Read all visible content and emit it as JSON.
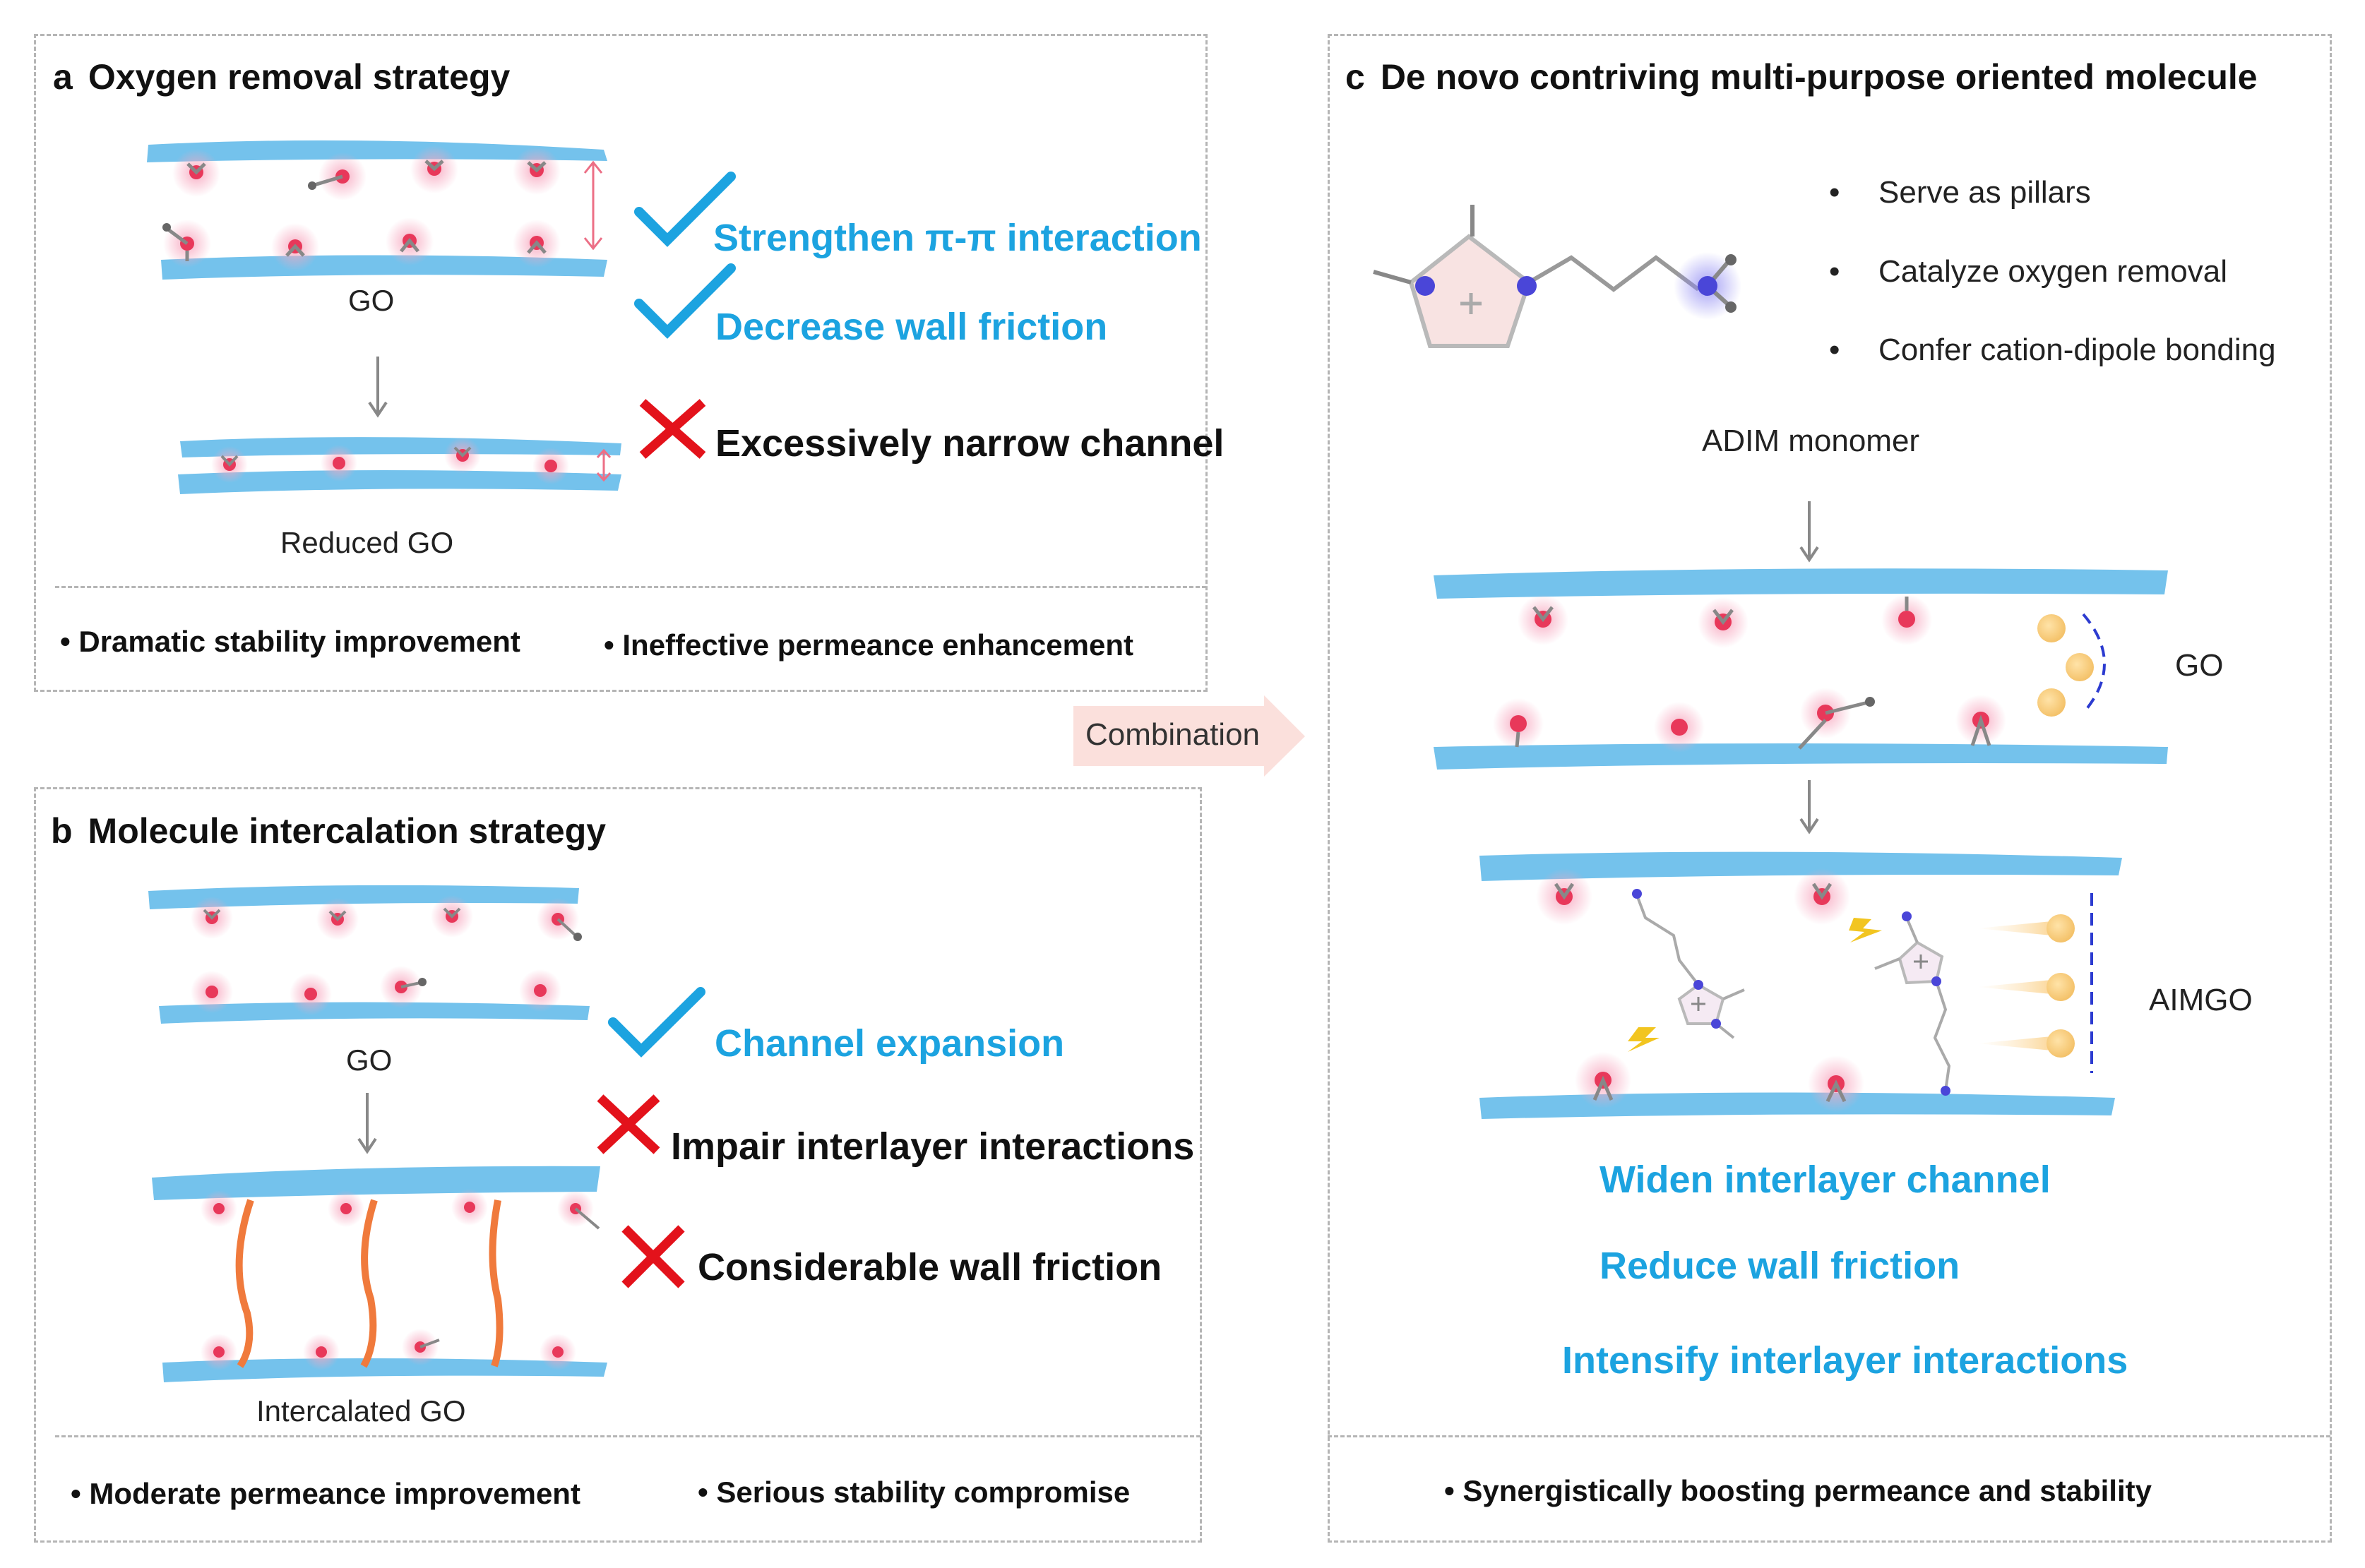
{
  "panel_a": {
    "letter": "a",
    "title": "Oxygen removal strategy",
    "label_go": "GO",
    "label_reduced": "Reduced GO",
    "pros": [
      "Strengthen π-π interaction",
      "Decrease wall friction"
    ],
    "cons": [
      "Excessively narrow channel"
    ],
    "notes": [
      "Dramatic stability improvement",
      "Ineffective permeance enhancement"
    ]
  },
  "panel_b": {
    "letter": "b",
    "title": "Molecule intercalation strategy",
    "label_go": "GO",
    "label_intercalated": "Intercalated GO",
    "pros": [
      "Channel expansion"
    ],
    "cons": [
      "Impair interlayer interactions",
      "Considerable wall friction"
    ],
    "notes": [
      "Moderate permeance improvement",
      "Serious stability compromise"
    ]
  },
  "combination": "Combination",
  "panel_c": {
    "letter": "c",
    "title": "De novo contriving multi-purpose oriented molecule",
    "features": [
      "Serve as pillars",
      "Catalyze oxygen removal",
      "Confer cation-dipole bonding"
    ],
    "label_monomer": "ADIM monomer",
    "label_go": "GO",
    "label_aimgo": "AIMGO",
    "results": [
      "Widen interlayer channel",
      "Reduce wall friction",
      "Intensify interlayer interactions"
    ],
    "note": "Synergistically boosting permeance and stability"
  },
  "colors": {
    "positive": "#1ca3e0",
    "sheet": "#74c2ec",
    "check": "#1ca3e0",
    "cross": "#e3121b",
    "oxygen": "#e8385a",
    "nitrogen": "#4a46d8",
    "pillar": "#f07a3c",
    "arrow_fill": "#fbe0dc"
  },
  "icons": [
    "check-icon",
    "cross-icon",
    "down-arrow-icon",
    "double-arrow-icon",
    "combination-arrow-icon",
    "plus-icon",
    "lightning-icon"
  ]
}
